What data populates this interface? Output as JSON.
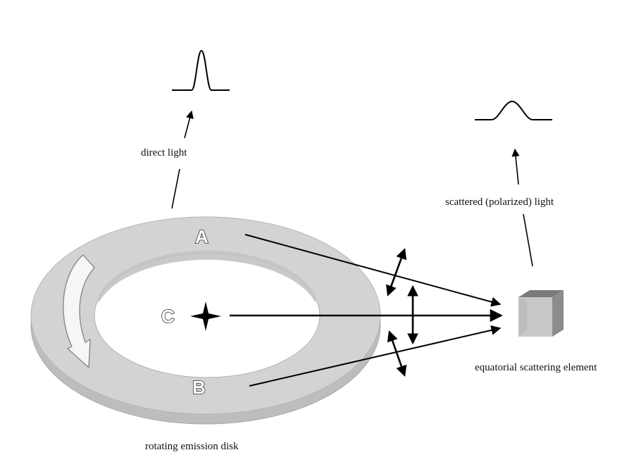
{
  "labels": {
    "direct_light": "direct light",
    "scattered_light": "scattered (polarized) light",
    "scattering_element": "equatorial scattering element",
    "emission_disk": "rotating emission disk",
    "point_a": "A",
    "point_b": "B",
    "point_c": "C"
  },
  "colors": {
    "disk_top": "#d3d3d3",
    "disk_edge": "#bdbdbd",
    "ink": "#000000",
    "cube_front": "#c8c8c8",
    "cube_top": "#7a7a7a",
    "cube_side": "#8c8c8c"
  },
  "icons": [
    "rotation-arrow-icon",
    "star-source-icon",
    "polarization-arrow-icon",
    "scattering-cube-icon",
    "line-profile-icon"
  ]
}
